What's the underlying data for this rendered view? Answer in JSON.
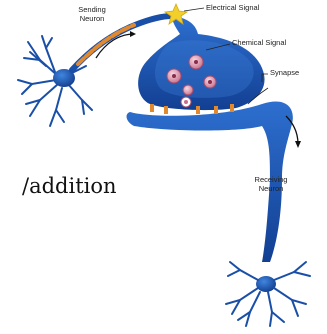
{
  "labels": {
    "sending_neuron_line1": "Sending",
    "sending_neuron_line2": "Neuron",
    "electrical_signal": "Electrical Signal",
    "chemical_signal": "Chemical Signal",
    "synapse": "Synapse",
    "receiving_neuron_line1": "Receiving",
    "receiving_neuron_line2": "Neuron"
  },
  "background_text": "/addition",
  "colors": {
    "neuron_blue": "#1a4fa8",
    "neuron_dark": "#0f2f74",
    "neuron_light": "#3b7fd8",
    "axon_orange": "#e0892e",
    "signal_star": "#f2cf2a",
    "vesicle_pink": "#e28aa0"
  }
}
